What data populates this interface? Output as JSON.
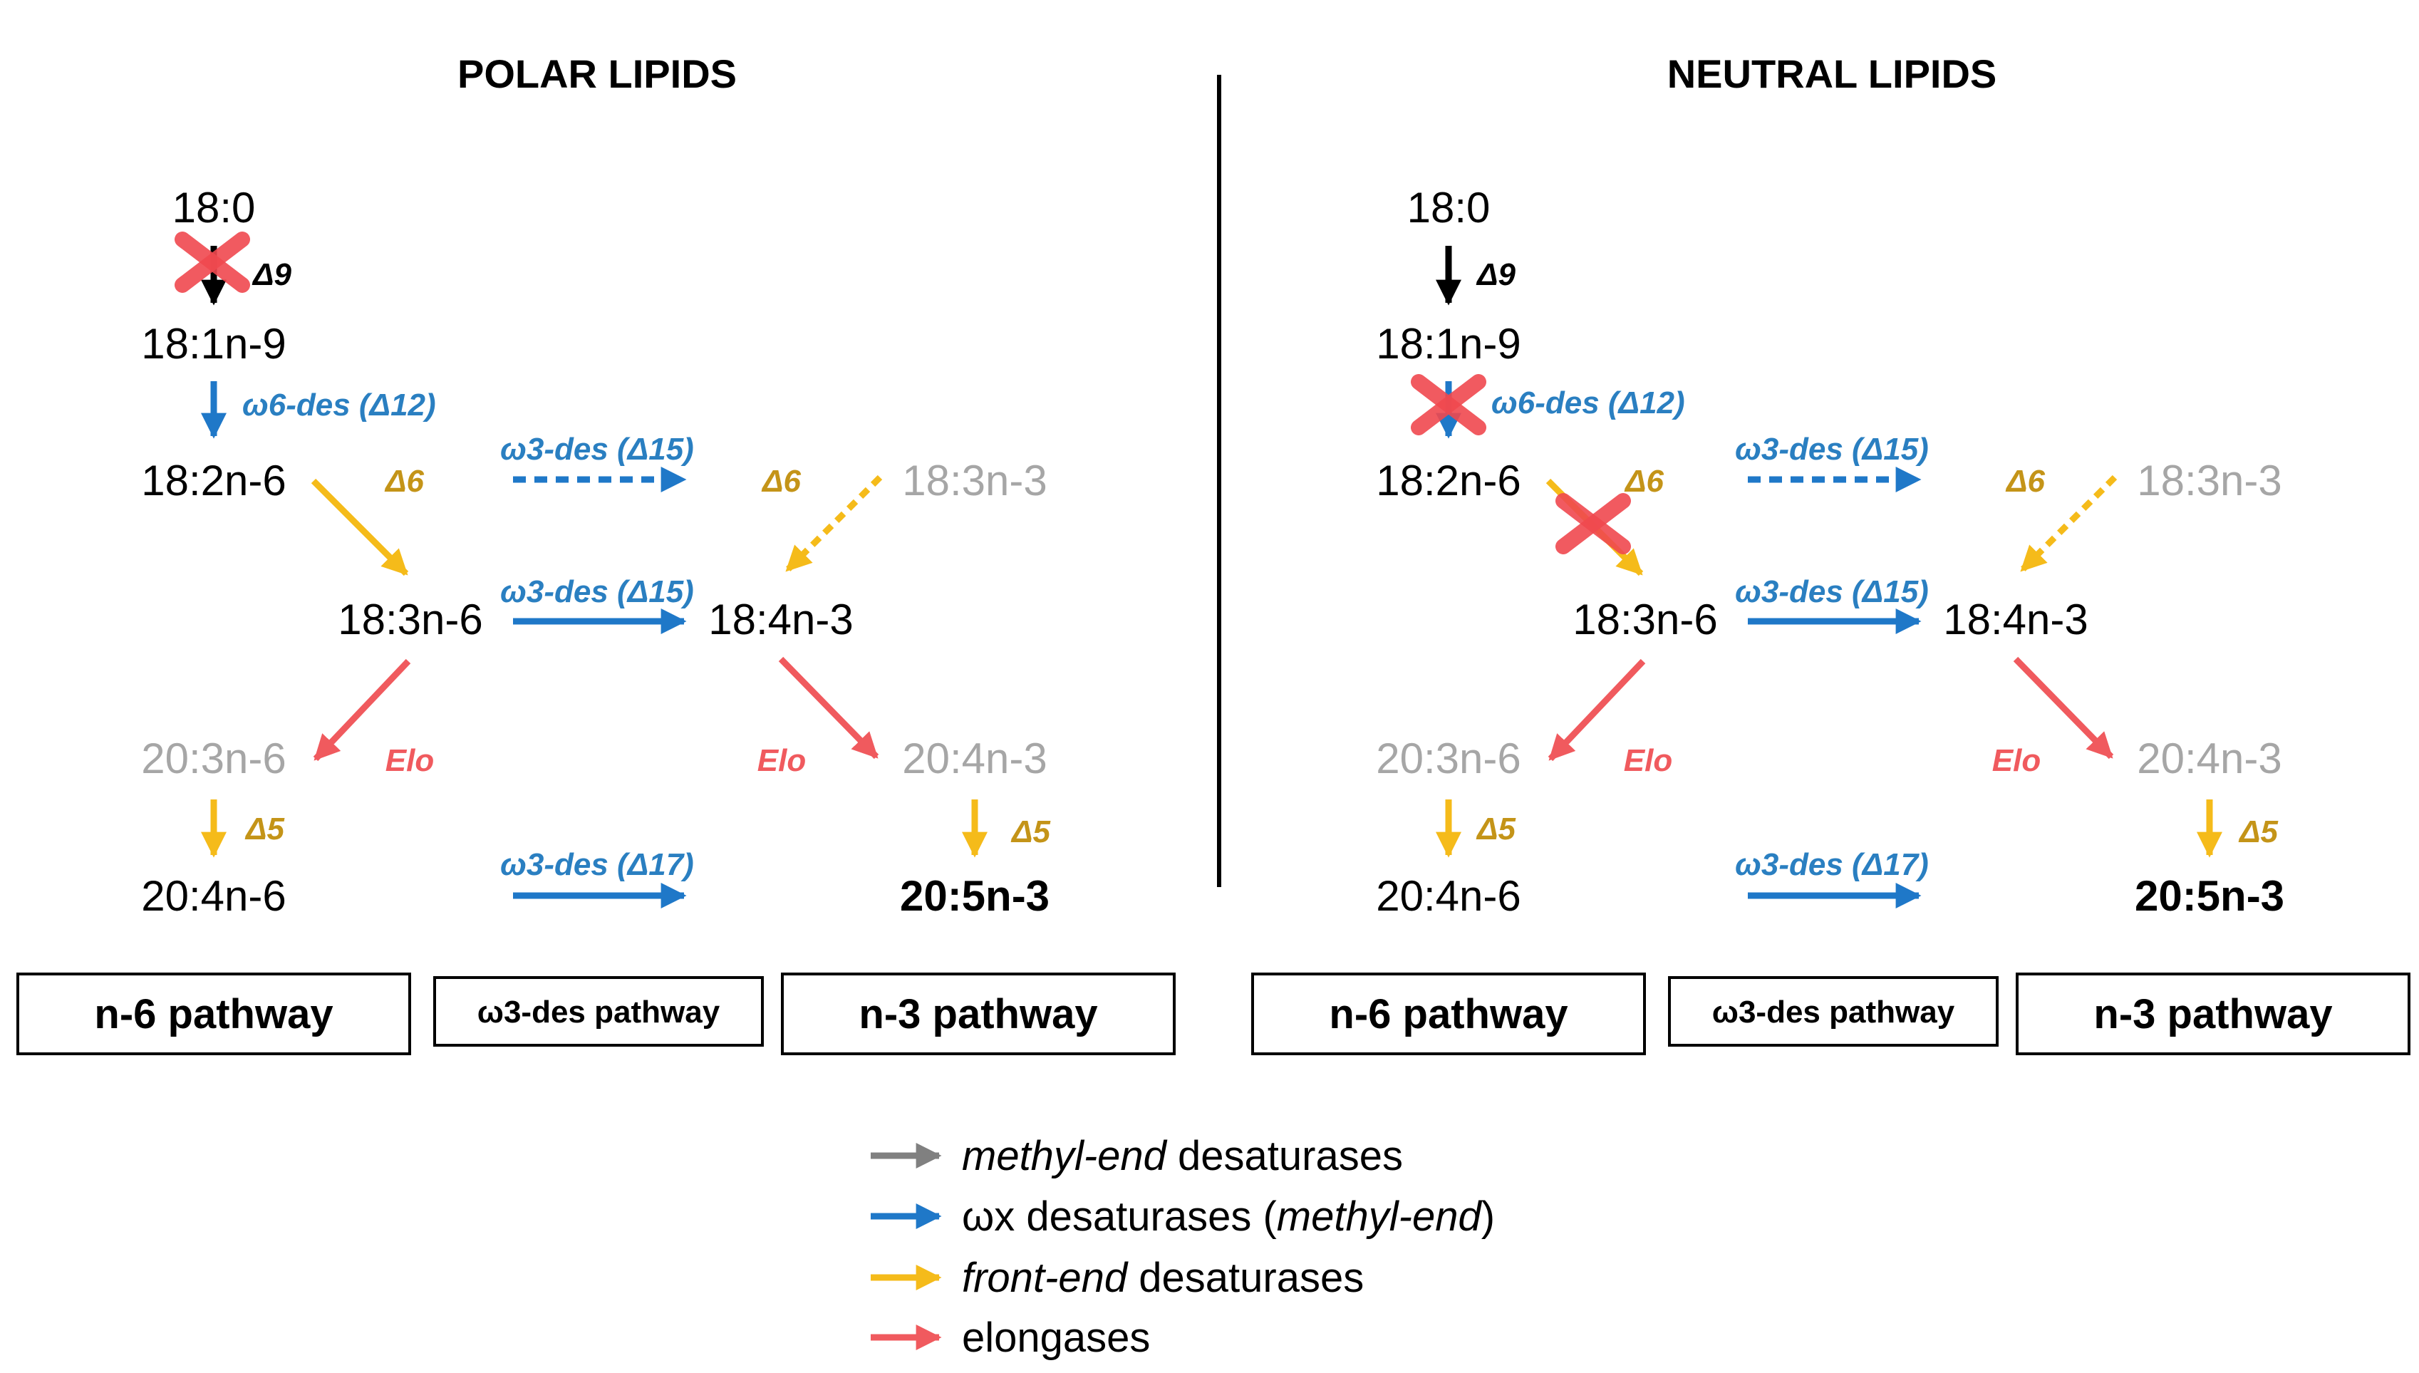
{
  "colors": {
    "black": "#000000",
    "gray": "#808080",
    "blue": "#1f78c8",
    "blue_label": "#2a7fc1",
    "yellow": "#f5bb1a",
    "yellow_label": "#c49418",
    "red": "#f05a5e",
    "cross": "#f0494f",
    "gray_node": "#a6a6a6"
  },
  "panels": [
    {
      "title": "POLAR LIPIDS",
      "nodes": {
        "n180": "18:0",
        "n181": "18:1n-9",
        "n182": "18:2n-6",
        "n183n6": "18:3n-6",
        "n183n3": "18:3n-3",
        "n184": "18:4n-3",
        "n203": "20:3n-6",
        "n204n3": "20:4n-3",
        "n204n6": "20:4n-6",
        "n205": "20:5n-3"
      },
      "enzymes": {
        "d9": "Δ9",
        "w6": "ω6-des (Δ12)",
        "w3a": "ω3-des (Δ15)",
        "w3b": "ω3-des (Δ15)",
        "w3c": "ω3-des (Δ17)",
        "d6left": "Δ6",
        "d6right": "Δ6",
        "elo_left": "Elo",
        "elo_right": "Elo",
        "d5left": "Δ5",
        "d5right": "Δ5"
      },
      "blocked": [
        "Δ9"
      ],
      "boxes": [
        "n-6 pathway",
        "ω3-des pathway",
        "n-3 pathway"
      ]
    },
    {
      "title": "NEUTRAL LIPIDS",
      "nodes": {
        "n180": "18:0",
        "n181": "18:1n-9",
        "n182": "18:2n-6",
        "n183n6": "18:3n-6",
        "n183n3": "18:3n-3",
        "n184": "18:4n-3",
        "n203": "20:3n-6",
        "n204n3": "20:4n-3",
        "n204n6": "20:4n-6",
        "n205": "20:5n-3"
      },
      "enzymes": {
        "d9": "Δ9",
        "w6": "ω6-des (Δ12)",
        "w3a": "ω3-des (Δ15)",
        "w3b": "ω3-des (Δ15)",
        "w3c": "ω3-des (Δ17)",
        "d6left": "Δ6",
        "d6right": "Δ6",
        "elo_left": "Elo",
        "elo_right": "Elo",
        "d5left": "Δ5",
        "d5right": "Δ5"
      },
      "blocked": [
        "ω6-des (Δ12)",
        "Δ6"
      ],
      "boxes": [
        "n-6 pathway",
        "ω3-des pathway",
        "n-3 pathway"
      ]
    }
  ],
  "legend": [
    {
      "color": "gray",
      "italic": "methyl-end",
      "rest": " desaturases",
      "suffix": ""
    },
    {
      "color": "blue",
      "italic": "",
      "rest": "ωx desaturases (",
      "italic2": "methyl-end",
      "suffix": ")"
    },
    {
      "color": "yellow",
      "italic": "front-end",
      "rest": " desaturases",
      "suffix": ""
    },
    {
      "color": "red",
      "italic": "",
      "rest": "elongases",
      "suffix": ""
    }
  ]
}
